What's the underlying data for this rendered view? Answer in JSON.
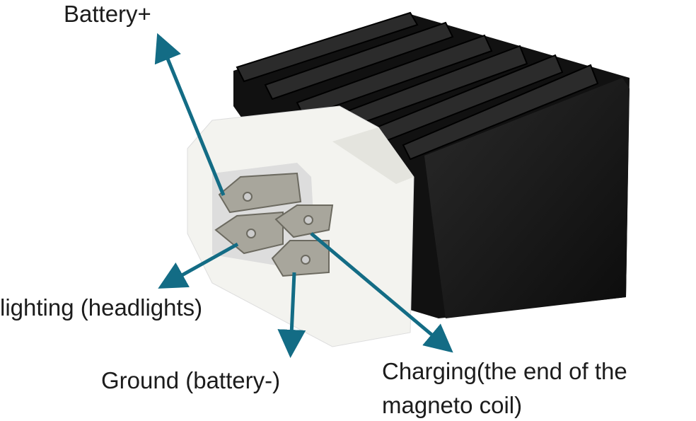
{
  "labels": {
    "battery_plus": "Battery+",
    "lighting": "lighting (headlights)",
    "ground": "Ground (battery-)",
    "charging_line1": "Charging(the end of the",
    "charging_line2": "magneto coil)"
  },
  "colors": {
    "arrow": "#136c85",
    "heatsink": "#141414",
    "connector": "#f3f3ef",
    "terminal": "#a8a69c"
  }
}
